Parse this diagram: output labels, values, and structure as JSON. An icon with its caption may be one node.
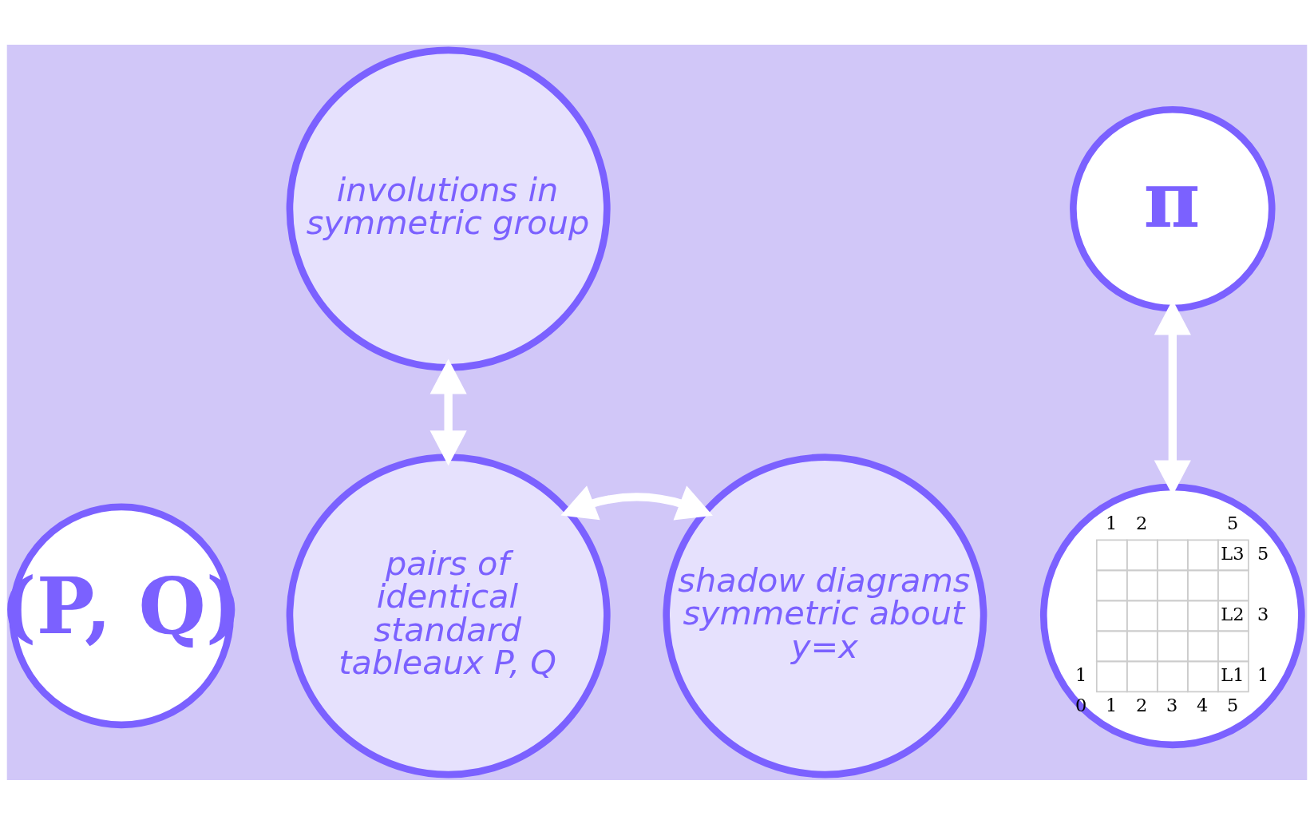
{
  "diagram": {
    "nodes": [
      {
        "text": [
          "involutions in symmetric group"
        ]
      },
      {
        "text": [
          "π"
        ]
      },
      {
        "text": [
          "pairs of identical standard tableaux P, Q"
        ]
      },
      {
        "text": [
          "(P, Q)"
        ]
      },
      {
        "text": [
          "shadow diagrams symmetric about y=x"
        ]
      },
      {
        "text": [],
        "shape": "picture"
      }
    ],
    "edges": [
      {
        "from": 0,
        "to": 2,
        "arrow": "both"
      },
      {
        "from": 1,
        "to": 5,
        "arrow": "both"
      },
      {
        "from": 2,
        "to": 4,
        "arrow": "both"
      }
    ],
    "labels": [
      "1",
      "2",
      "5",
      "L3",
      "5",
      "L2",
      "3",
      "1",
      "L1",
      "1",
      "0",
      "1",
      "2",
      "3",
      "4",
      "5"
    ]
  }
}
